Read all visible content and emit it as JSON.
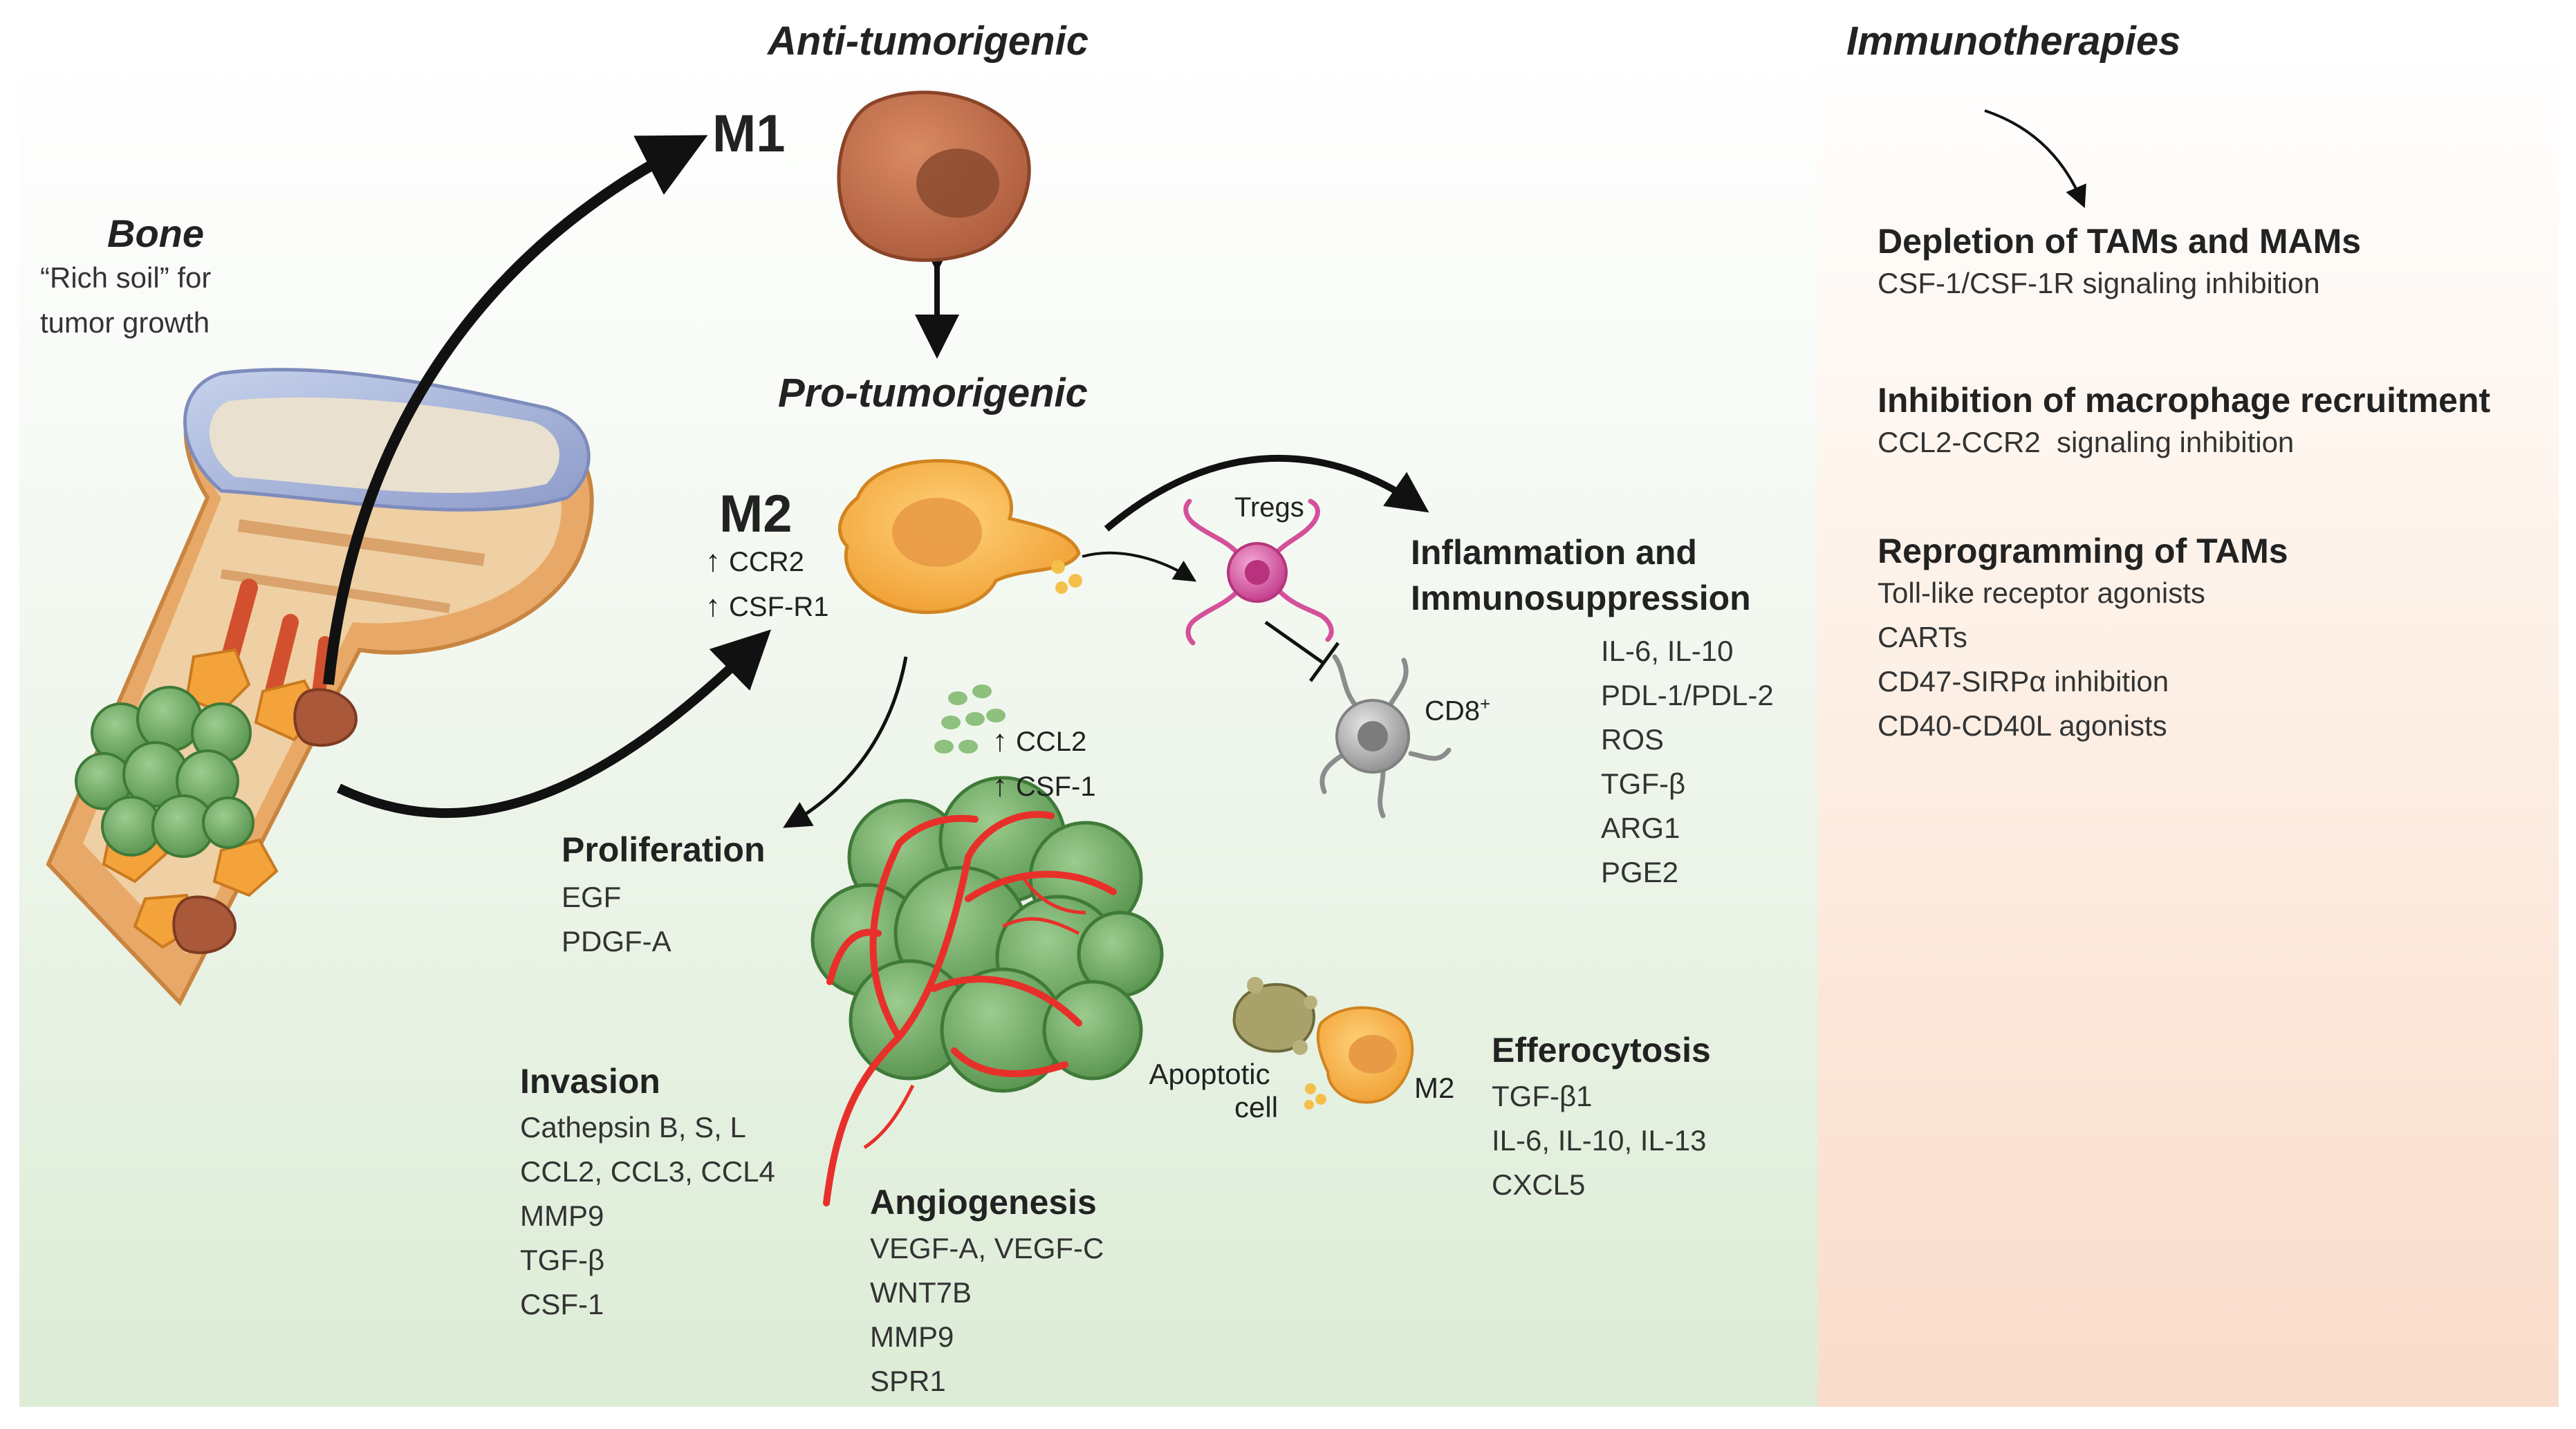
{
  "headers": {
    "anti": "Anti-tumorigenic",
    "pro": "Pro-tumorigenic",
    "immuno": "Immunotherapies"
  },
  "bone": {
    "title": "Bone",
    "subtitle_1": "“Rich soil” for",
    "subtitle_2": "tumor growth"
  },
  "m1": {
    "label": "M1"
  },
  "m2": {
    "label": "M2",
    "markers": [
      {
        "arrow": "↑",
        "text": "CCR2"
      },
      {
        "arrow": "↑",
        "text": "CSF-R1"
      }
    ]
  },
  "cytokines": [
    {
      "arrow": "↑",
      "text": "CCL2"
    },
    {
      "arrow": "↑",
      "text": "CSF-1"
    }
  ],
  "cells": {
    "tregs": "Tregs",
    "cd8": "CD8",
    "cd8_sup": "+",
    "apoptotic_1": "Apoptotic",
    "apoptotic_2": "cell",
    "m2_small": "M2"
  },
  "functions": {
    "inflammation": {
      "title_1": "Inflammation and",
      "title_2": "Immunosuppression",
      "items": [
        "IL-6, IL-10",
        "PDL-1/PDL-2",
        "ROS",
        "TGF-β",
        "ARG1",
        "PGE2"
      ]
    },
    "proliferation": {
      "title": "Proliferation",
      "items": [
        "EGF",
        "PDGF-A"
      ]
    },
    "invasion": {
      "title": "Invasion",
      "items": [
        "Cathepsin B, S, L",
        "CCL2, CCL3, CCL4",
        "MMP9",
        "TGF-β",
        "CSF-1"
      ]
    },
    "angiogenesis": {
      "title": "Angiogenesis",
      "items": [
        "VEGF-A, VEGF-C",
        "WNT7B",
        "MMP9",
        "SPR1"
      ]
    },
    "efferocytosis": {
      "title": "Efferocytosis",
      "items": [
        "TGF-β1",
        "IL-6, IL-10, IL-13",
        "CXCL5"
      ]
    }
  },
  "immunotherapies": [
    {
      "title": "Depletion of TAMs and MAMs",
      "items": [
        "CSF-1/CSF-1R signaling inhibition"
      ]
    },
    {
      "title": "Inhibition of macrophage recruitment",
      "items": [
        "CCL2-CCR2  signaling inhibition"
      ]
    },
    {
      "title": "Reprogramming of TAMs",
      "items": [
        "Toll-like receptor agonists",
        "CARTs",
        "CD47-SIRPα inhibition",
        "CD40-CD40L agonists"
      ]
    }
  ],
  "colors": {
    "left_bg_bottom": "#dcecd6",
    "right_bg_bottom": "#f9dccb",
    "m1_cell": "#c0704a",
    "m2_cell": "#f2a93b",
    "tumor_cell": "#6da563",
    "blood_vessel": "#e8302a",
    "treg": "#d4509a",
    "cd8": "#a0a0a0"
  }
}
